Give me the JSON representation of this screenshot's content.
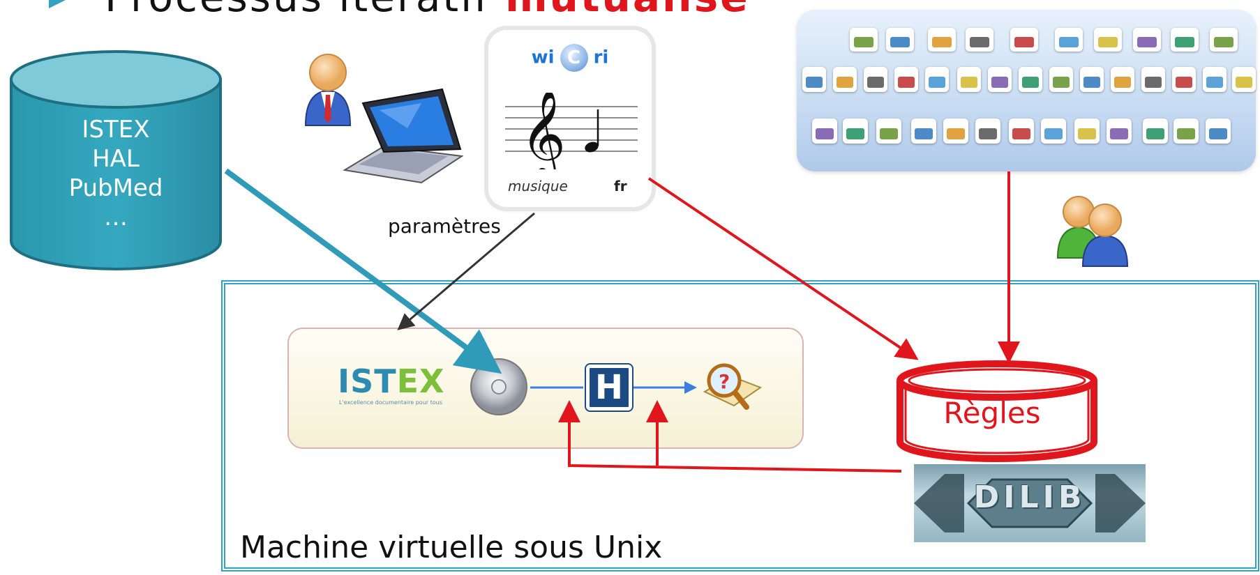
{
  "title": {
    "prefix": "Processus itératif ",
    "highlight": "mutualisé"
  },
  "database": {
    "lines": [
      "ISTEX",
      "HAL",
      "PubMed",
      "…"
    ]
  },
  "music_card": {
    "brand_left": "wi",
    "brand_c": "C",
    "brand_right": "ri",
    "name": "musique",
    "lang": "fr"
  },
  "params_label": "paramètres",
  "workflow": {
    "logo_part1": "IST",
    "logo_part2": "EX",
    "logo_tagline": "L'excellence documentaire pour tous",
    "hub_letter": "H"
  },
  "rules_label": "Règles",
  "dilib_label": "DILIB",
  "vm_label": "Machine virtuelle sous Unix",
  "colors": {
    "teal": "#33a2bf",
    "red": "#e0161c",
    "dark_arrow": "#333333",
    "accent_blue": "#1e73d6"
  },
  "icons": [
    "user-icon",
    "laptop-icon",
    "users-icon",
    "cd-disc-icon",
    "hospital-h-icon",
    "magnifier-book-icon"
  ]
}
